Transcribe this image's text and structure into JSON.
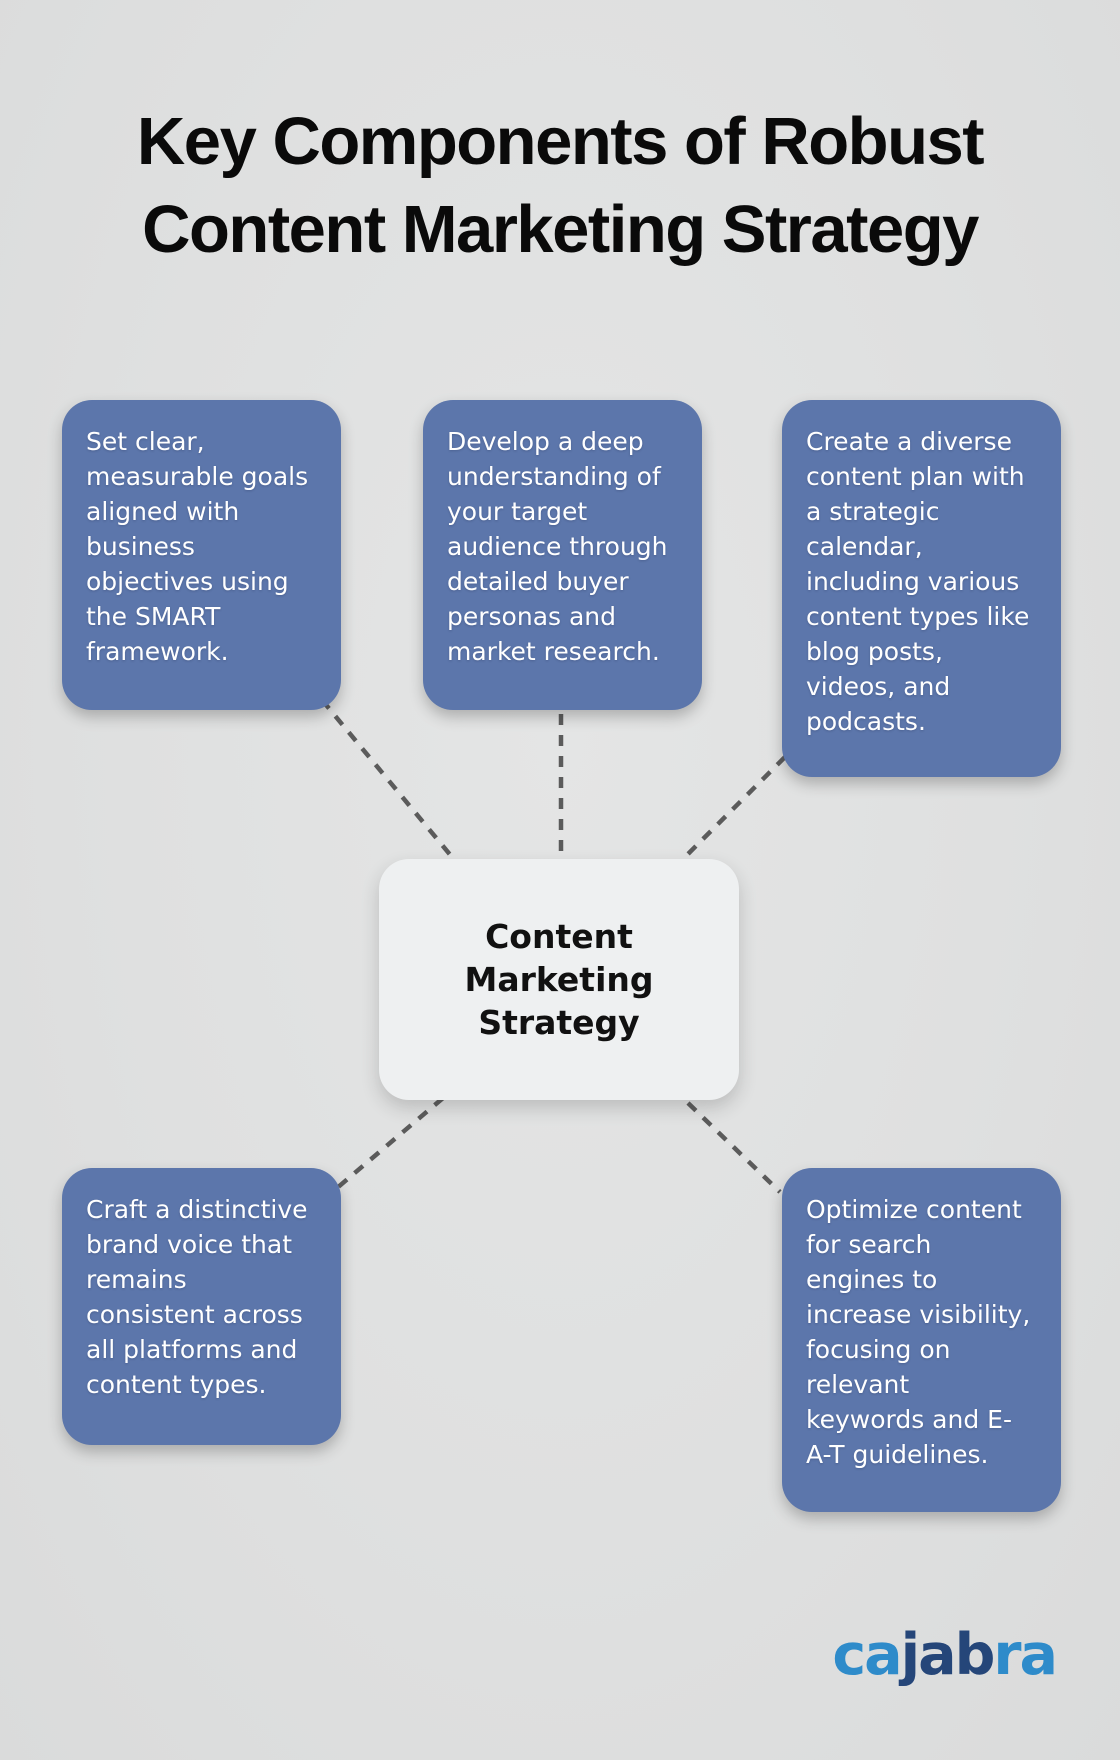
{
  "title": {
    "line1": "Key Components of Robust",
    "line2": "Content Marketing Strategy"
  },
  "center_node": {
    "label": "Content Marketing Strategy"
  },
  "components": [
    {
      "id": "goals",
      "text": "Set clear, measurable goals aligned with business objectives using the SMART framework."
    },
    {
      "id": "audience",
      "text": "Develop a deep understanding of your target audience through detailed buyer personas and market research."
    },
    {
      "id": "plan",
      "text": "Create a diverse content plan with a strategic calendar, including various content types like blog posts, videos, and podcasts."
    },
    {
      "id": "voice",
      "text": "Craft a distinctive brand voice that remains consistent across all platforms and content types."
    },
    {
      "id": "seo",
      "text": "Optimize content for search engines to increase visibility, focusing on relevant keywords and E-A-T guidelines."
    }
  ],
  "logo": {
    "name": "cajabra",
    "segments": [
      {
        "text": "ca",
        "color": "#2e8bca"
      },
      {
        "text": "jab",
        "color": "#254679"
      },
      {
        "text": "ra",
        "color": "#2e8bca"
      }
    ]
  },
  "colors": {
    "background": "#dfe0e0",
    "component_box": "#5c76ab",
    "component_text": "#ffffff",
    "center_box": "#eef0f1",
    "center_text": "#111111",
    "connector": "#5b5b5b",
    "title_text": "#0a0a0a"
  }
}
